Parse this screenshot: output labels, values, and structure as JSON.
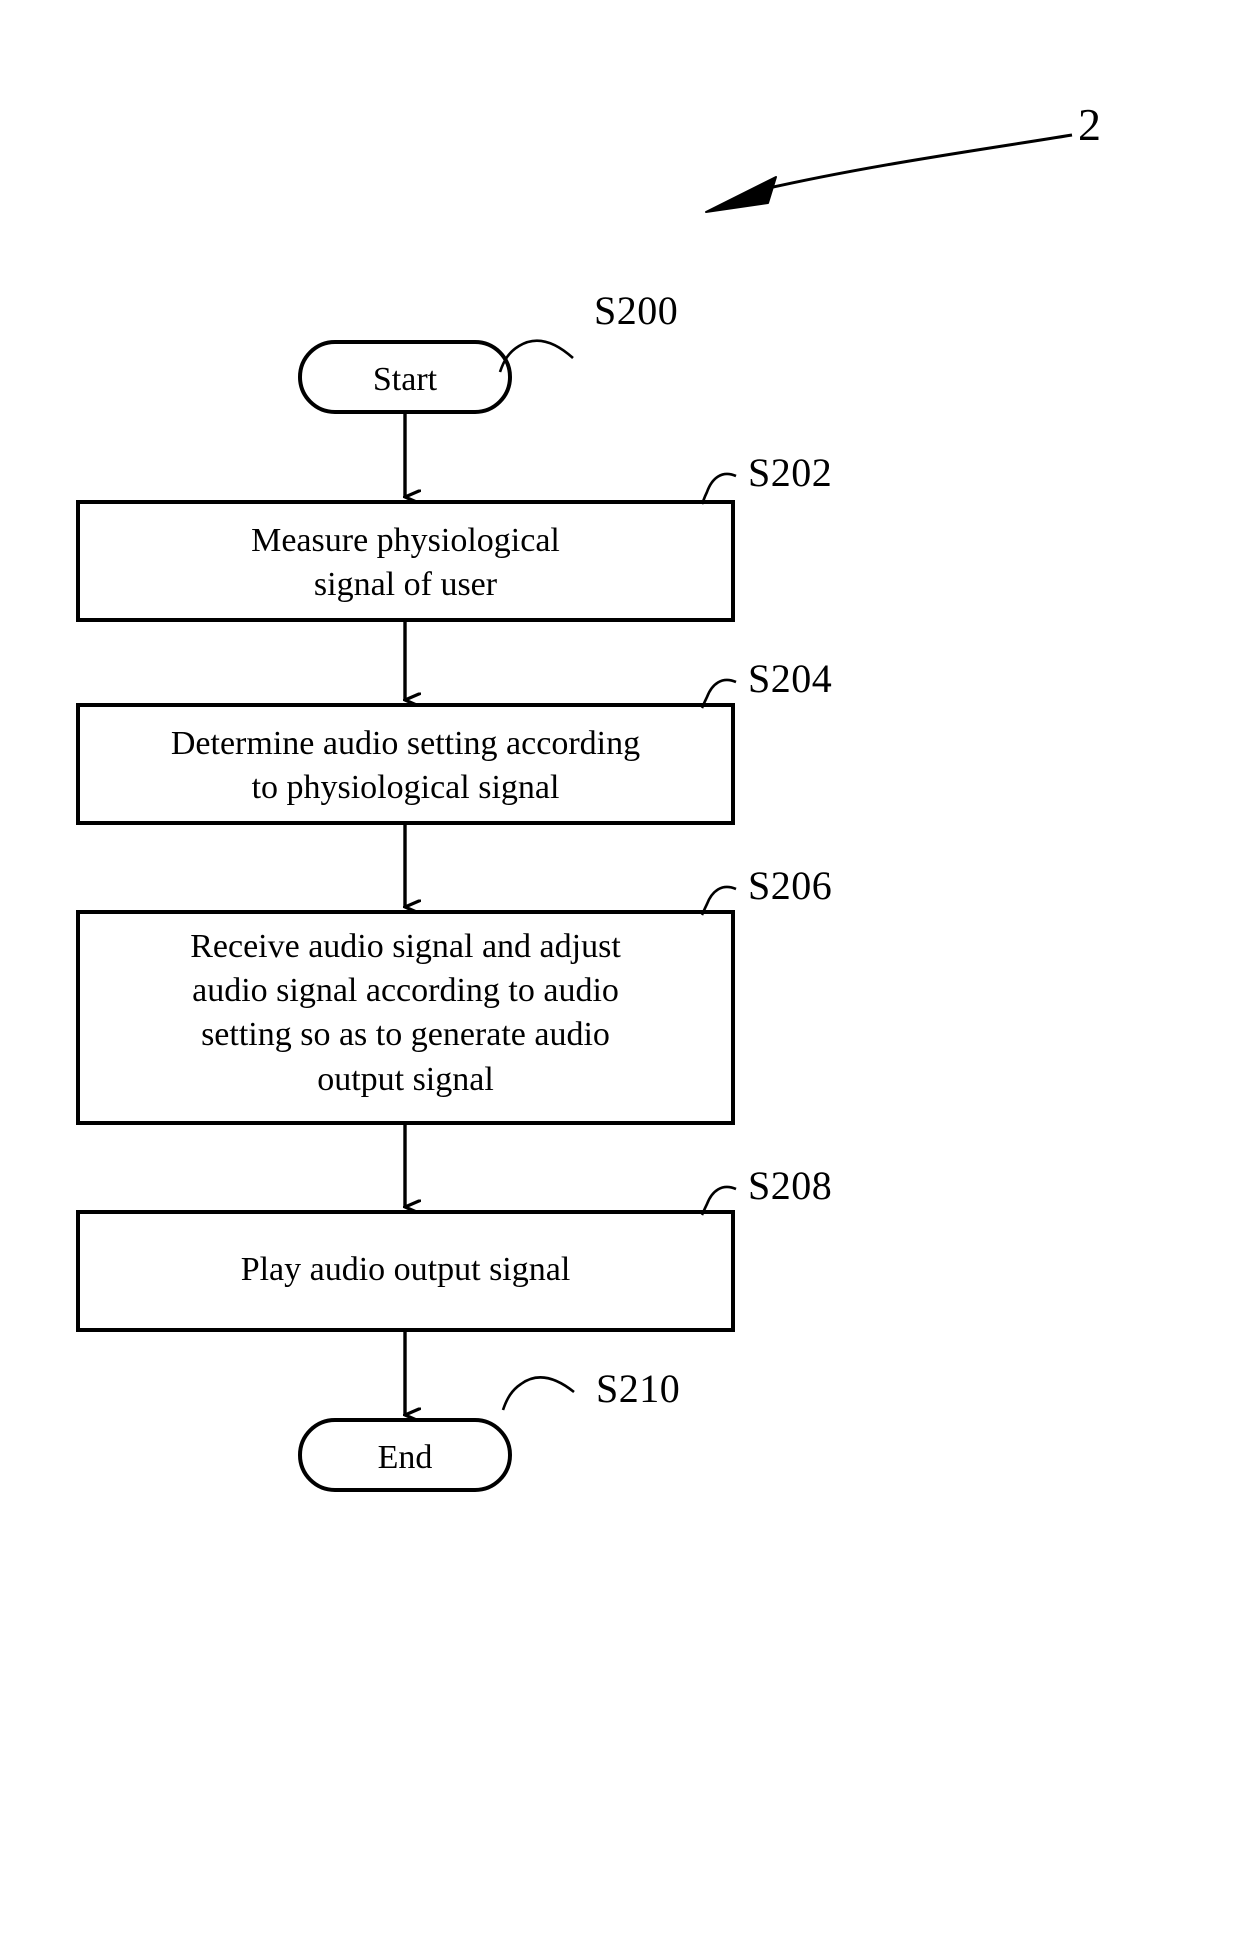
{
  "figure": {
    "number": "2",
    "leader_icon": "curved-arrow-icon"
  },
  "flowchart": {
    "nodes": [
      {
        "id": "start",
        "shape": "terminal",
        "text": "Start",
        "step_tag": "S200"
      },
      {
        "id": "s202",
        "shape": "process",
        "text": "Measure physiological\nsignal of user",
        "step_tag": "S202"
      },
      {
        "id": "s204",
        "shape": "process",
        "text": "Determine audio setting according\nto physiological signal",
        "step_tag": "S204"
      },
      {
        "id": "s206",
        "shape": "process",
        "text": "Receive audio signal and adjust\naudio signal according to audio\nsetting so as to generate audio\noutput signal",
        "step_tag": "S206"
      },
      {
        "id": "s208",
        "shape": "process",
        "text": "Play audio output signal",
        "step_tag": "S208"
      },
      {
        "id": "end",
        "shape": "terminal",
        "text": "End",
        "step_tag": "S210"
      }
    ],
    "connectors": [
      {
        "from": "start",
        "to": "s202",
        "arrow": "down-arrow-icon"
      },
      {
        "from": "s202",
        "to": "s204",
        "arrow": "down-arrow-icon"
      },
      {
        "from": "s204",
        "to": "s206",
        "arrow": "down-arrow-icon"
      },
      {
        "from": "s206",
        "to": "s208",
        "arrow": "down-arrow-icon"
      },
      {
        "from": "s208",
        "to": "end",
        "arrow": "down-arrow-icon"
      }
    ],
    "colors": {
      "stroke": "#000000",
      "fill": "#ffffff",
      "text": "#000000"
    }
  }
}
